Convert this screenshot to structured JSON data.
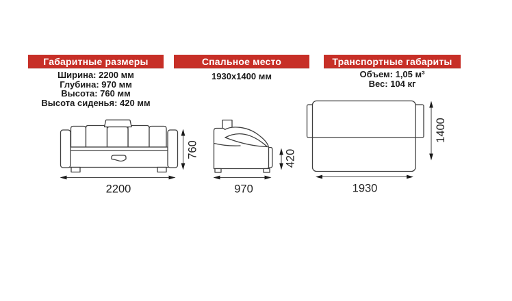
{
  "theme": {
    "background": "#ffffff",
    "header_red": "#c72f27",
    "header_text": "#ffffff",
    "body_text": "#1b1b1b",
    "line_color": "#3f3f3f"
  },
  "sections": [
    {
      "header": "Габаритные размеры",
      "lines": [
        "Ширина: 2200 мм",
        "Глубина: 970 мм",
        "Высота: 760 мм",
        "Высота сиденья: 420 мм"
      ]
    },
    {
      "header": "Спальное место",
      "lines": [
        "1930x1400 мм"
      ]
    },
    {
      "header": "Транспортные габариты",
      "lines": [
        "Объем: 1,05 м³",
        "Вес: 104 кг"
      ]
    }
  ],
  "drawings": {
    "front_view": {
      "width_label": "2200",
      "height_label": "760"
    },
    "side_view": {
      "depth_label": "970",
      "seat_height_label": "420"
    },
    "transport_view": {
      "length_label": "1930",
      "width_label": "1400"
    }
  }
}
